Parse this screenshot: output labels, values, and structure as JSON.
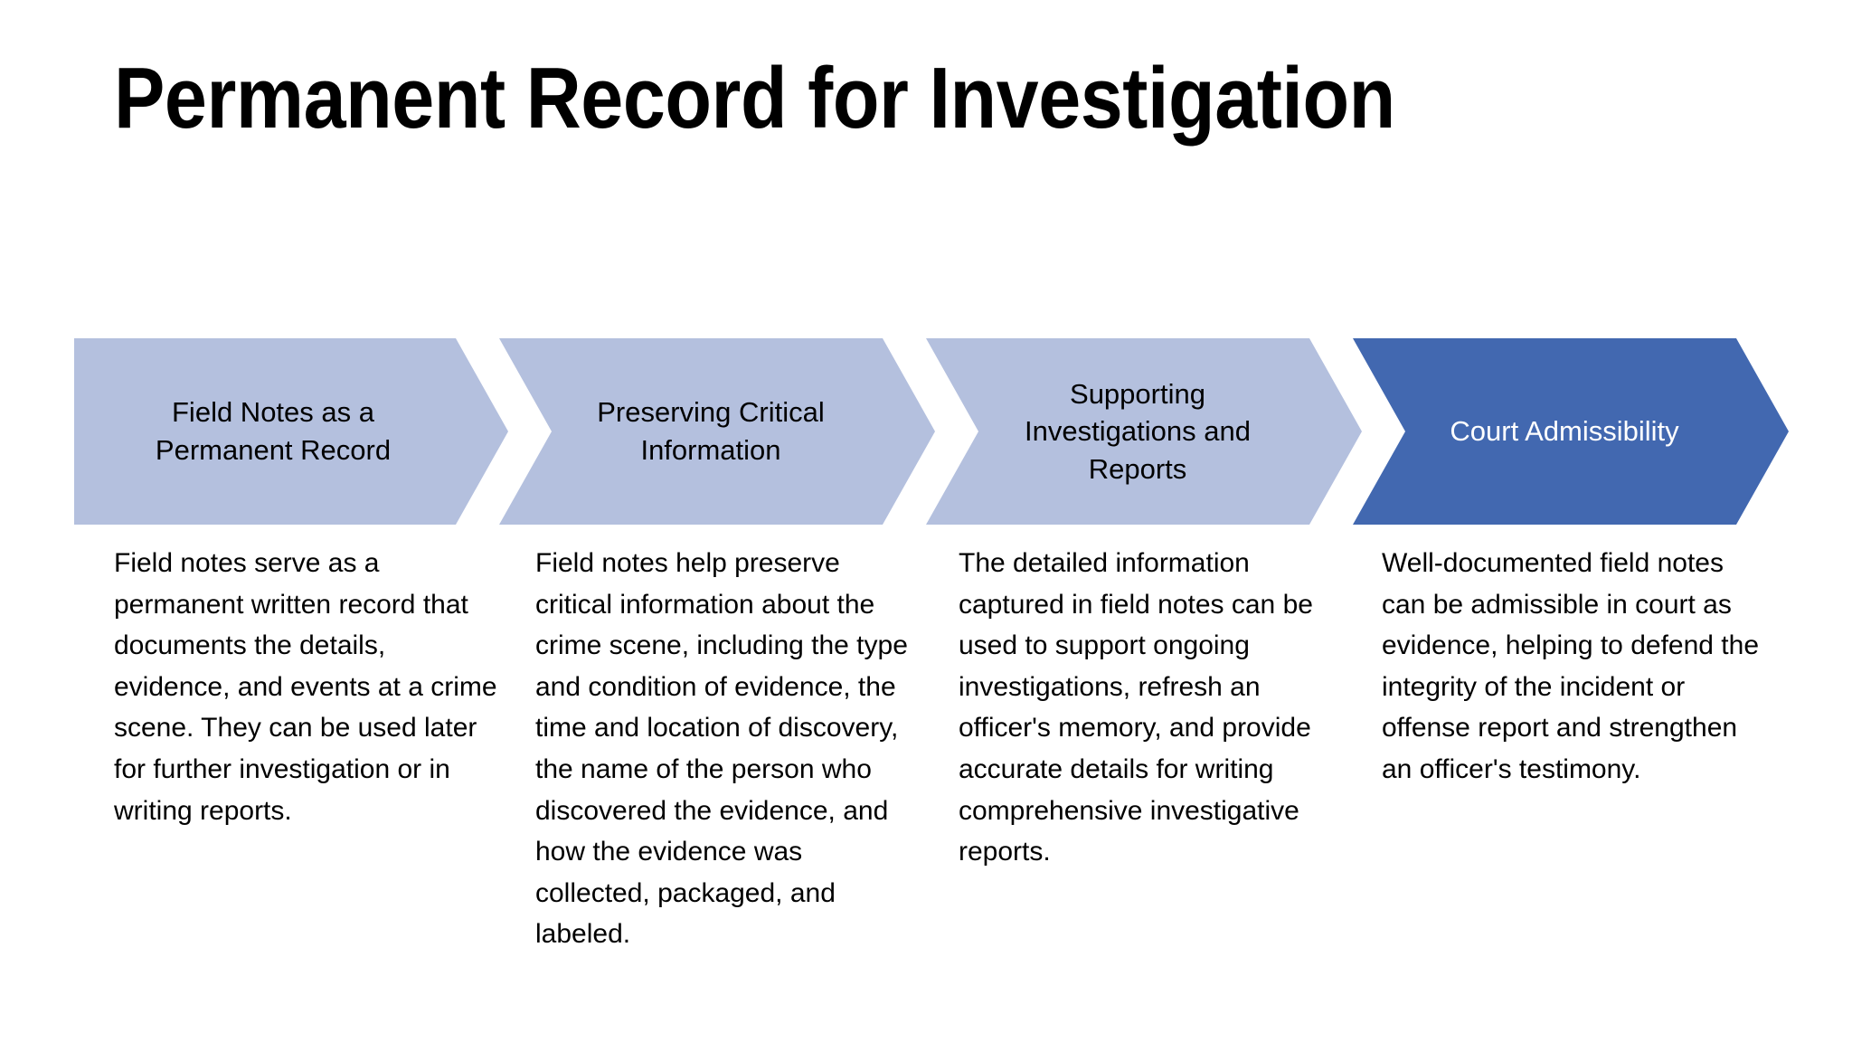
{
  "slide": {
    "title": "Permanent Record for Investigation",
    "background_color": "#ffffff"
  },
  "theme": {
    "chevron_fill": "#b4c0de",
    "chevron_fill_highlight": "#4268b0",
    "chevron_label_color": "#000000",
    "chevron_label_color_highlight": "#ffffff",
    "body_text_color": "#000000"
  },
  "process": {
    "type": "chevron-process",
    "step_count": 4,
    "steps": [
      {
        "index": 1,
        "label": "Field Notes as a\nPermanent Record",
        "highlighted": false,
        "body": "Field notes serve as a permanent written record that documents the details, evidence, and events at a crime scene. They can be used later for further investigation or in writing reports."
      },
      {
        "index": 2,
        "label": "Preserving Critical\nInformation",
        "highlighted": false,
        "body": "Field notes help preserve critical information about the crime scene, including the type and condition of evidence, the time and location of discovery, the name of the person who discovered the evidence, and how the evidence was collected, packaged, and labeled."
      },
      {
        "index": 3,
        "label": "Supporting\nInvestigations and\nReports",
        "highlighted": false,
        "body": "The detailed information captured in field notes can be used to support ongoing investigations, refresh an officer's memory, and provide accurate details for writing comprehensive investigative reports."
      },
      {
        "index": 4,
        "label": "Court Admissibility",
        "highlighted": true,
        "body": "Well-documented field notes can be admissible in court as evidence, helping to defend the integrity of the incident or offense report and strengthen an officer's testimony."
      }
    ]
  }
}
